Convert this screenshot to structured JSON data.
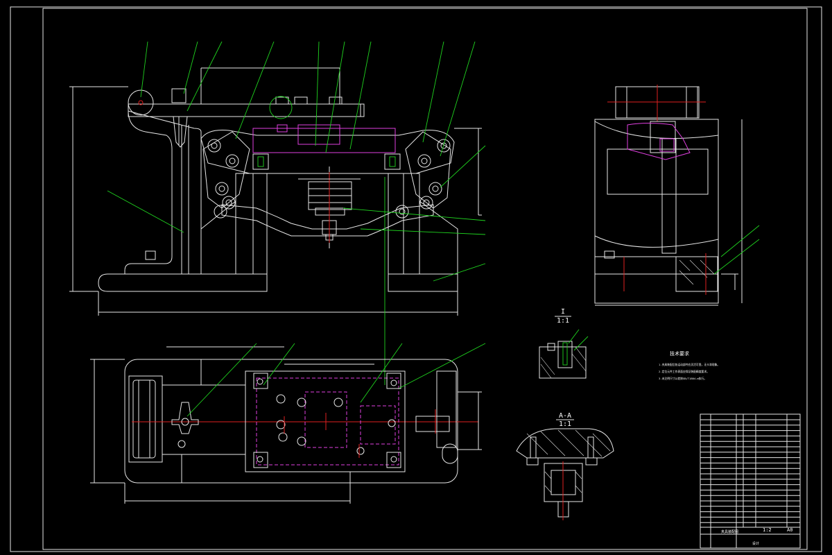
{
  "drawing": {
    "view_labels": {
      "detail_i": "I",
      "detail_i_scale": "1:1",
      "section_a": "A-A",
      "section_a_scale": "1:1"
    },
    "tech_req_title": "技术要求",
    "tech_req_lines": [
      "1.夹具装配后各运动部件应灵活可靠，无卡滞现象。",
      "2.定位元件工作表面应保证装配精度要求。",
      "3.未注明尺寸公差按GB/T1804-m执行。"
    ],
    "title_block": {
      "drawing_name": "夹具装配图",
      "scale": "1:2",
      "sheet": "A0",
      "company": "设计"
    },
    "colors": {
      "background": "#000000",
      "outline": "#e8e8e8",
      "leader": "#1fd41f",
      "hidden": "#e040e0",
      "centerline": "#e02020"
    }
  }
}
